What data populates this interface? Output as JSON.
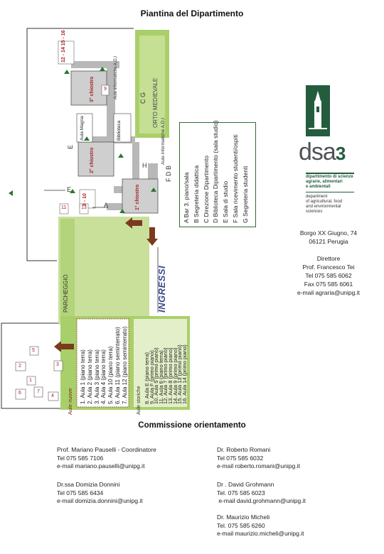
{
  "page": {
    "title": "Piantina del Dipartimento"
  },
  "map": {
    "labels": {
      "orto": "ORTO MEDIEVALE",
      "parcheggio": "PARCHEGGIO",
      "ingressi": "INGRESSI",
      "aule_nuove": "Aule nuove",
      "aule_storiche": "Aule storiche",
      "chiostro3": "3° chiostro",
      "chiostro2": "2° chiostro",
      "chiostro1": "1° chiostro",
      "aula_magna": "Aula Magna",
      "biblioteca": "Biblioteca",
      "aule_informatiche": "Aule informatiche A,D,I",
      "aule_informatiche_2": "Aule informatiche A,D,I",
      "aule_top": "12 - 14 15 - 16",
      "aule_mid": "8 - 10",
      "aula_9": "9",
      "num_11": "11",
      "num_13": "13",
      "num_5": "5",
      "num_2": "2",
      "num_1": "1",
      "num_3": "3",
      "num_6": "6",
      "num_7": "7",
      "num_4": "4",
      "letter_a": "A",
      "letters_cg": "C G",
      "letter_h": "H",
      "letter_e": "E",
      "letters_fdb": "F D B",
      "letter_e2": "E"
    },
    "legend_letters": [
      "A Bar 3. piano/sala",
      "B Segreteria didattica",
      "C Direzione Dipartimento",
      "D Biblioteca Dipartimento (sala studio)",
      "E Sala di studio",
      "F Sala ricevimento studenti/ospiti",
      "G Segreteria studenti"
    ],
    "legend_new": [
      "1. Aula 1 (piano terra)",
      "2. Aula 2 (piano terra)",
      "3. Aula 3 (piano terra)",
      "4. Aula 4 (piano terra)",
      "5. Aula 10 (piano terra)",
      "6. Aula 11 (piano seminterrato)",
      "7. Aula 12 (piano seminterrato)"
    ],
    "legend_hist": [
      "8. Aula E (piano terra)",
      "9. Aula F (primo piano)",
      "10. Aula 5 (primo piano)",
      "11. Aula 6 (piano terra)",
      "12. Aula 7 (primo piano)",
      "13. Aula 8 (primo piano)",
      "14. Aula 9 (primo piano)",
      "15. Aula 13 (primo piano)",
      "16. Aula 14 (primo piano)"
    ]
  },
  "logo": {
    "name_main": "dsa",
    "name_num": "3",
    "lines_it": [
      "dipartimento di scienze",
      "agrarie, alimentari",
      "e ambientali"
    ],
    "lines_en": [
      "department",
      "of agricultural, food",
      "and environmental",
      "sciences"
    ]
  },
  "contact": {
    "address1": "Borgo XX Giugno, 74",
    "address2": "06121 Perugia",
    "role": "Direttore",
    "name": "Prof. Francesco Tei",
    "tel": "Tel 075 585 6062",
    "fax": "Fax 075 585 6061",
    "email": "e-mail agraria@unipg.it"
  },
  "commission": {
    "title": "Commissione orientamento",
    "members": [
      {
        "name": "Prof. Mariano Pauselli - Coordinatore",
        "tel": "Tel 075 585 7106",
        "email": "e-mail mariano.pauselli@unipg.it"
      },
      {
        "name": "Dr. Roberto Romani",
        "tel": "Tel 075 585 6032",
        "email": "e-mail roberto.romani@unipg.it"
      },
      {
        "name": "Dr.ssa Domizia Donnini",
        "tel": "Tel 075 585 6434",
        "email": "e-mail domizia.donnini@unipg.it"
      },
      {
        "name": "Dr . David Grohmann",
        "tel": "Tel. 075 585 6023",
        "email": " e-mail david.grohmann@unipg.it"
      },
      {
        "name": "Dr. Maurizio Micheli",
        "tel": "Tel. 075 585 6260",
        "email": "e-mail maurizio.micheli@unipg.it"
      }
    ]
  }
}
